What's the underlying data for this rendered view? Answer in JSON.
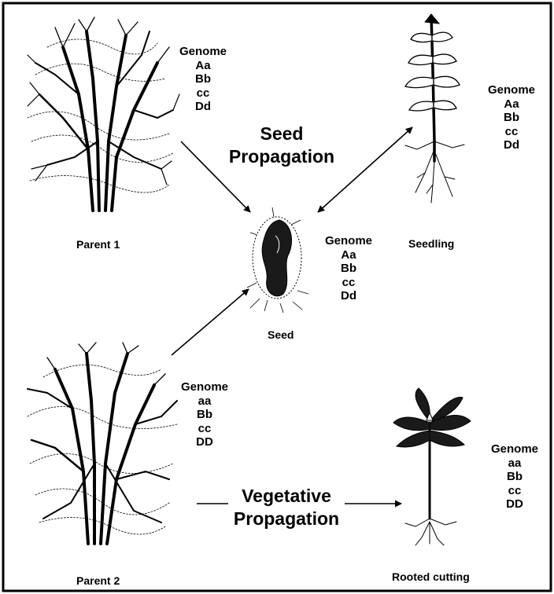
{
  "diagram": {
    "title_seed": [
      "Seed",
      "Propagation"
    ],
    "title_vegetative": [
      "Vegetative",
      "Propagation"
    ],
    "nodes": {
      "parent1": {
        "label": "Parent 1",
        "genome": {
          "heading": "Genome",
          "alleles": [
            "Aa",
            "Bb",
            "cc",
            "Dd"
          ]
        }
      },
      "parent2": {
        "label": "Parent 2",
        "genome": {
          "heading": "Genome",
          "alleles": [
            "aa",
            "Bb",
            "cc",
            "DD"
          ]
        }
      },
      "seed": {
        "label": "Seed",
        "genome": {
          "heading": "Genome",
          "alleles": [
            "Aa",
            "Bb",
            "cc",
            "Dd"
          ]
        }
      },
      "seedling": {
        "label": "Seedling",
        "genome": {
          "heading": "Genome",
          "alleles": [
            "Aa",
            "Bb",
            "cc",
            "Dd"
          ]
        }
      },
      "rooted_cutting": {
        "label": "Rooted cutting",
        "genome": {
          "heading": "Genome",
          "alleles": [
            "aa",
            "Bb",
            "cc",
            "DD"
          ]
        }
      }
    },
    "edges": [
      {
        "from": "parent1",
        "to": "seed"
      },
      {
        "from": "parent2",
        "to": "seed"
      },
      {
        "from": "seed",
        "to": "seedling",
        "bidirectional": true
      },
      {
        "from": "parent2",
        "to": "rooted_cutting"
      }
    ]
  }
}
